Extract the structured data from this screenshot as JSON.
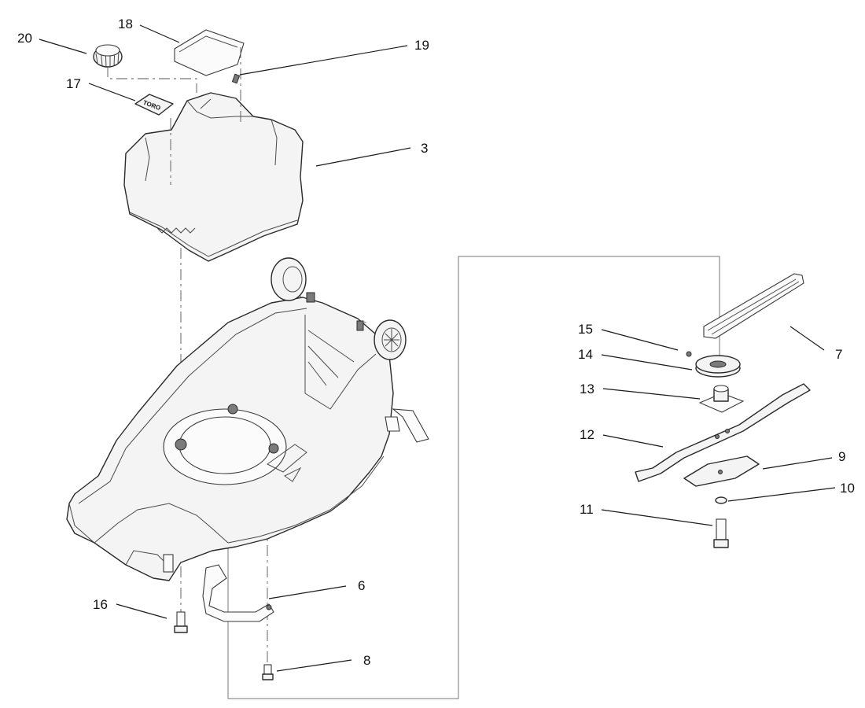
{
  "diagram": {
    "type": "exploded-parts-view",
    "callouts": {
      "c20": "20",
      "c18": "18",
      "c19": "19",
      "c17": "17",
      "c3": "3",
      "c16": "16",
      "c6": "6",
      "c8": "8",
      "c15": "15",
      "c14": "14",
      "c13": "13",
      "c12": "12",
      "c11": "11",
      "c9": "9",
      "c10": "10",
      "c7": "7"
    },
    "decal_logo": "TORO"
  }
}
